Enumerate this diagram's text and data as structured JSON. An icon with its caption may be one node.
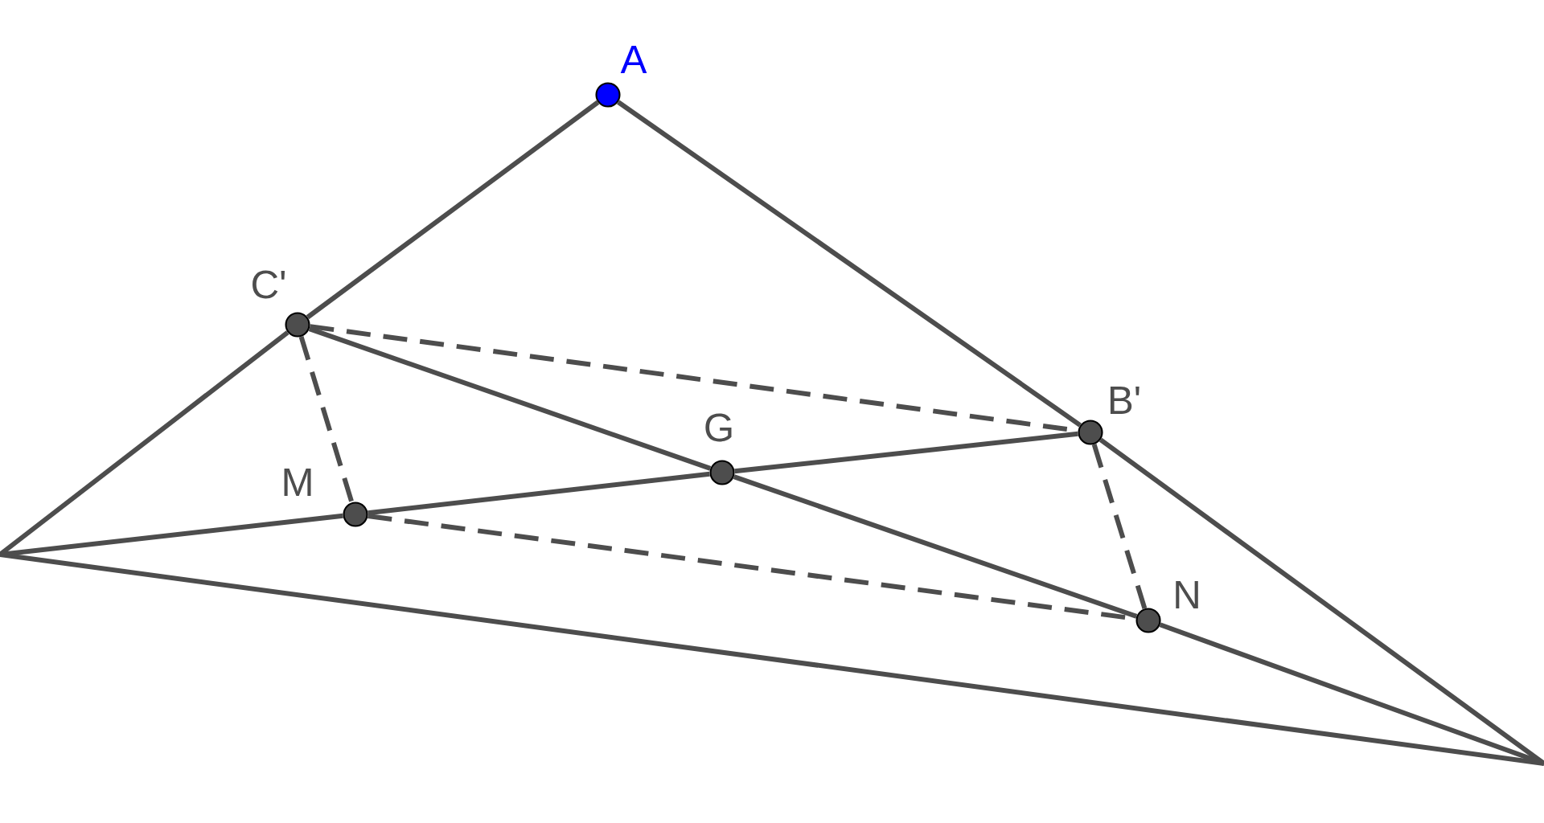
{
  "diagram": {
    "nodes": [
      {
        "text": [
          "A"
        ]
      },
      {
        "text": [
          "C'"
        ]
      },
      {
        "text": [
          "B'"
        ]
      },
      {
        "text": [
          "G"
        ]
      },
      {
        "text": [
          "M"
        ]
      },
      {
        "text": [
          "N"
        ]
      }
    ],
    "edges": [
      {
        "from": 0,
        "to": 1,
        "arrow": "none"
      },
      {
        "from": 1,
        "to": null,
        "arrow": "none"
      },
      {
        "from": 0,
        "to": 2,
        "arrow": "none"
      },
      {
        "from": 2,
        "to": null,
        "arrow": "none"
      },
      {
        "from": null,
        "to": 4,
        "arrow": "none"
      },
      {
        "from": 4,
        "to": 3,
        "arrow": "none"
      },
      {
        "from": 3,
        "to": 2,
        "arrow": "none"
      },
      {
        "from": 1,
        "to": 3,
        "arrow": "none"
      },
      {
        "from": 3,
        "to": 5,
        "arrow": "none"
      },
      {
        "from": 5,
        "to": null,
        "arrow": "none"
      },
      {
        "from": 1,
        "to": 2,
        "arrow": "none",
        "style": "dashed"
      },
      {
        "from": 1,
        "to": 4,
        "arrow": "none",
        "style": "dashed"
      },
      {
        "from": 2,
        "to": 5,
        "arrow": "none",
        "style": "dashed"
      },
      {
        "from": 4,
        "to": 5,
        "arrow": "none",
        "style": "dashed"
      }
    ]
  }
}
